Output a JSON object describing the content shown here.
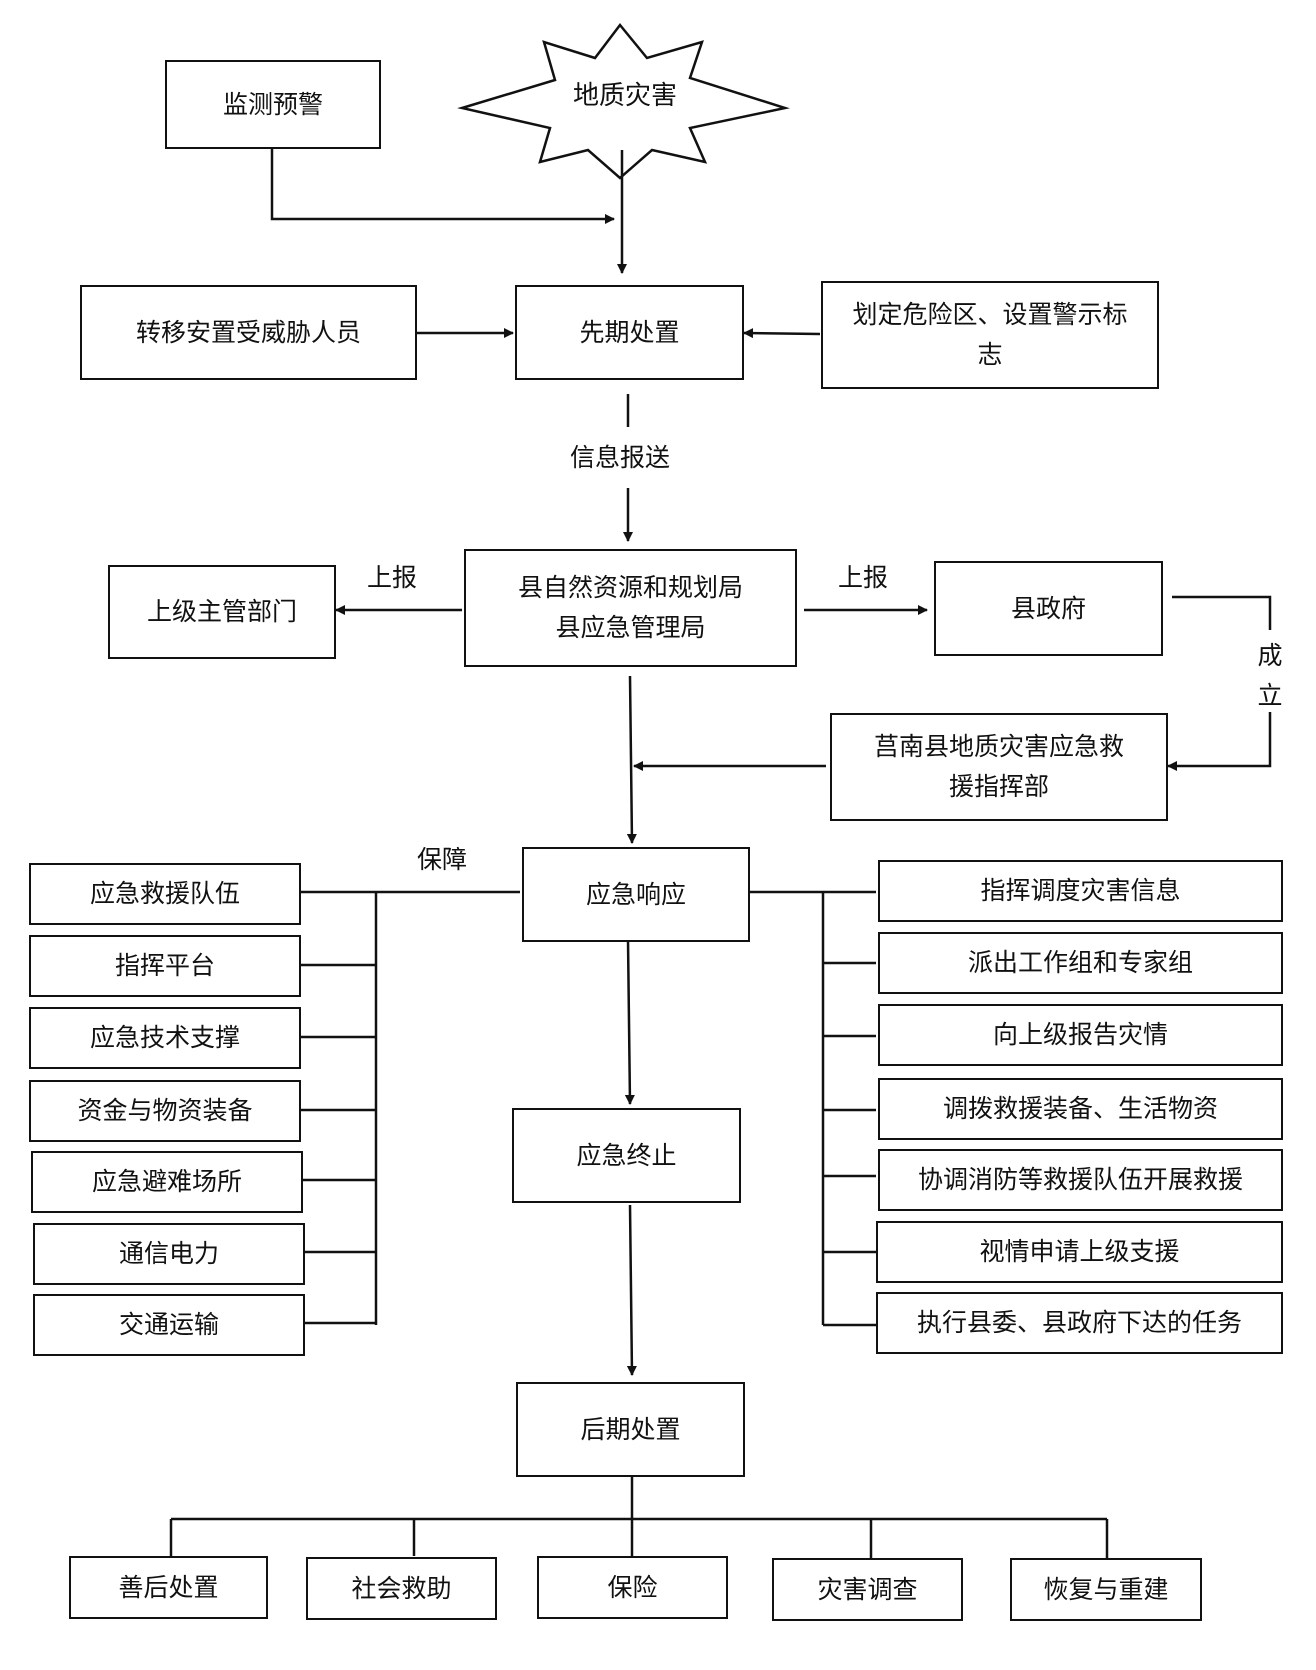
{
  "start": "地质灾害",
  "monitor": "监测预警",
  "relocate": "转移安置受威胁人员",
  "initial": "先期处置",
  "danger": "划定危险区、设置警示标志",
  "info_label": "信息报送",
  "bureau": [
    "县自然资源和规划局",
    "县应急管理局"
  ],
  "report_left": "上报",
  "report_right": "上报",
  "superior": "上级主管部门",
  "county_gov": "县政府",
  "establish": "成立",
  "command": [
    "莒南县地质灾害应急救",
    "援指挥部"
  ],
  "response": "应急响应",
  "guarantee_label": "保障",
  "guarantees": [
    "应急救援队伍",
    "指挥平台",
    "应急技术支撑",
    "资金与物资装备",
    "应急避难场所",
    "通信电力",
    "交通运输"
  ],
  "actions": [
    "指挥调度灾害信息",
    "派出工作组和专家组",
    "向上级报告灾情",
    "调拨救援装备、生活物资",
    "协调消防等救援队伍开展救援",
    "视情申请上级支援",
    "执行县委、县政府下达的任务"
  ],
  "termination": "应急终止",
  "post": "后期处置",
  "post_items": [
    "善后处置",
    "社会救助",
    "保险",
    "灾害调查",
    "恢复与重建"
  ]
}
